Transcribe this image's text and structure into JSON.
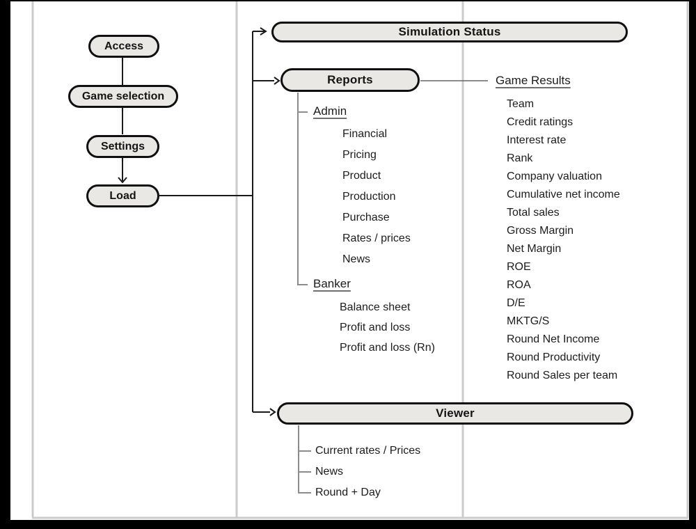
{
  "flow": {
    "access": "Access",
    "game_selection": "Game selection",
    "settings": "Settings",
    "load": "Load"
  },
  "sections": {
    "simulation_status": {
      "label": "Simulation Status"
    },
    "reports": {
      "label": "Reports",
      "admin": {
        "label": "Admin",
        "items": [
          "Financial",
          "Pricing",
          "Product",
          "Production",
          "Purchase",
          "Rates / prices",
          "News"
        ]
      },
      "banker": {
        "label": "Banker",
        "items": [
          "Balance sheet",
          "Profit and loss",
          "Profit and loss (Rn)"
        ]
      }
    },
    "game_results": {
      "label": "Game Results",
      "items": [
        "Team",
        "Credit ratings",
        "Interest rate",
        "Rank",
        "Company valuation",
        "Cumulative net income",
        "Total sales",
        "Gross Margin",
        "Net Margin",
        "ROE",
        "ROA",
        "D/E",
        "MKTG/S",
        "Round Net Income",
        "Round Productivity",
        "Round Sales per team"
      ]
    },
    "viewer": {
      "label": "Viewer",
      "items": [
        "Current rates / Prices",
        "News",
        "Round + Day"
      ]
    }
  },
  "colors": {
    "pill_fill": "#e9e8e5",
    "pill_border": "#0f0f0f",
    "connector": "#1a1a1a",
    "tree_line": "#8c8c8c",
    "grid_line": "#cbcbcb",
    "frame": "#000000"
  }
}
